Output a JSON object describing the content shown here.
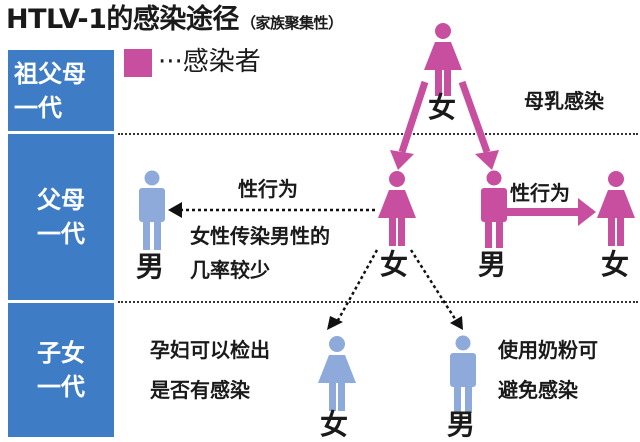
{
  "title": {
    "main": "HTLV-1的感染途径",
    "sub": "（家族聚集性）"
  },
  "legend": {
    "swatch_color": "#c84f9f",
    "text": "···感染者"
  },
  "generations": [
    {
      "line1": "祖父母",
      "line2": "一代"
    },
    {
      "line1": "父母",
      "line2": "一代"
    },
    {
      "line1": "子女",
      "line2": "一代"
    }
  ],
  "colors": {
    "infected": "#c84f9f",
    "uninfected": "#8eaadb",
    "generation_bg": "#3f7cc6"
  },
  "people": {
    "grandmother": {
      "sex": "女",
      "status": "infected"
    },
    "father_uninfected": {
      "sex": "男",
      "status": "uninfected"
    },
    "mother": {
      "sex": "女",
      "status": "infected"
    },
    "father_infected": {
      "sex": "男",
      "status": "infected"
    },
    "partner_female": {
      "sex": "女",
      "status": "infected"
    },
    "child_female": {
      "sex": "女",
      "status": "uninfected"
    },
    "child_male": {
      "sex": "男",
      "status": "uninfected"
    }
  },
  "annotations": {
    "breastfeeding": "母乳感染",
    "sexual_left_title": "性行为",
    "sexual_left_note1": "女性传染男性的",
    "sexual_left_note2": "几率较少",
    "sexual_right": "性行为",
    "pregnancy_note1": "孕妇可以检出",
    "pregnancy_note2": "是否有感染",
    "formula_note1": "使用奶粉可",
    "formula_note2": "避免感染"
  }
}
